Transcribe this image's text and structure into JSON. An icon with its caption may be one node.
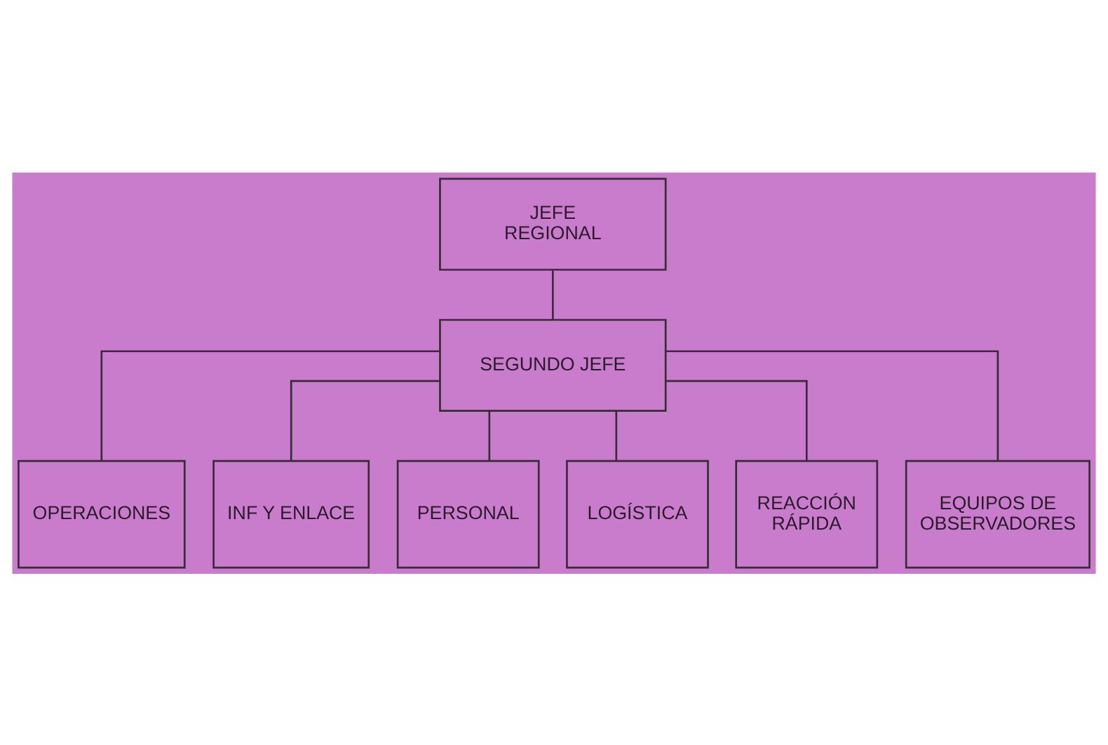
{
  "diagram": {
    "nodes": [
      {
        "text": [
          "JEFE REGIONAL"
        ]
      },
      {
        "text": [
          "SEGUNDO JEFE"
        ]
      },
      {
        "text": [
          "OPERACIONES"
        ]
      },
      {
        "text": [
          "INF Y ENLACE"
        ]
      },
      {
        "text": [
          "PERSONAL"
        ]
      },
      {
        "text": [
          "LOGÍSTICA"
        ]
      },
      {
        "text": [
          "REACCIÓN RÁPIDA"
        ]
      },
      {
        "text": [
          "EQUIPOS DE OBSERVADORES"
        ]
      }
    ],
    "edges": [
      {
        "from": 0,
        "to": 1,
        "arrow": "none"
      },
      {
        "from": 1,
        "to": 2,
        "arrow": "none"
      },
      {
        "from": 1,
        "to": 3,
        "arrow": "none"
      },
      {
        "from": 1,
        "to": 4,
        "arrow": "none"
      },
      {
        "from": 1,
        "to": 5,
        "arrow": "none"
      },
      {
        "from": 1,
        "to": 6,
        "arrow": "none"
      },
      {
        "from": 1,
        "to": 7,
        "arrow": "none"
      }
    ]
  }
}
